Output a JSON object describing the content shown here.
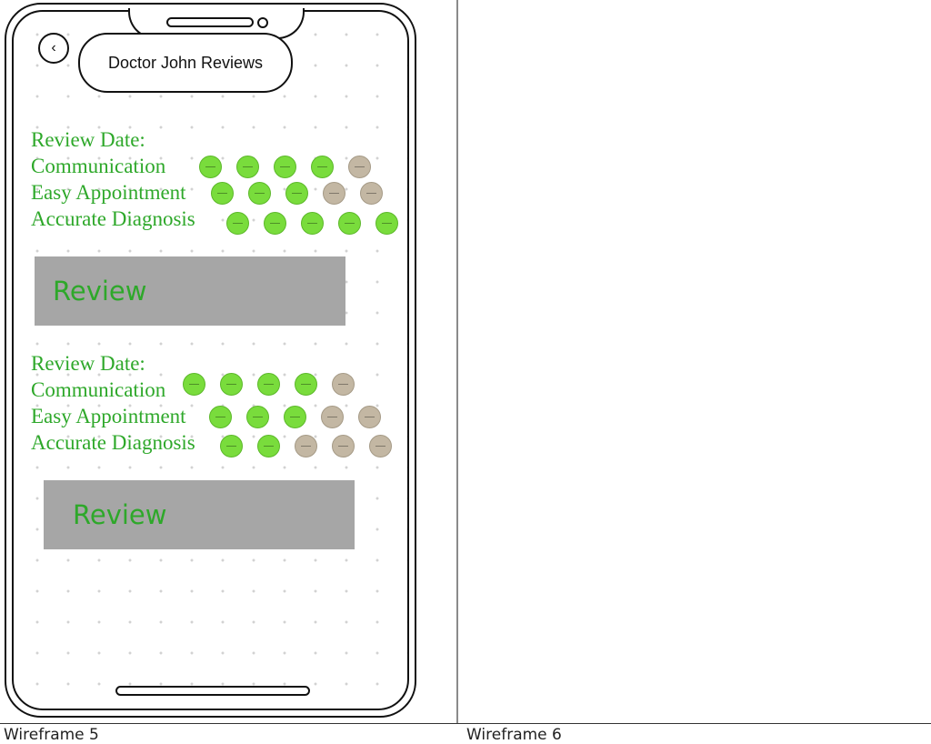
{
  "header": {
    "title": "Doctor John Reviews",
    "back_icon": "chevron-left-icon"
  },
  "reviews": [
    {
      "date_label": "Review Date:",
      "ratings": [
        {
          "label": "Communication",
          "score": 4,
          "max": 5
        },
        {
          "label": "Easy Appointment",
          "score": 3,
          "max": 5
        },
        {
          "label": "Accurate Diagnosis",
          "score": 5,
          "max": 5
        }
      ],
      "review_label": "Review"
    },
    {
      "date_label": "Review Date:",
      "ratings": [
        {
          "label": "Communication",
          "score": 4,
          "max": 5
        },
        {
          "label": "Easy Appointment",
          "score": 3,
          "max": 5
        },
        {
          "label": "Accurate Diagnosis",
          "score": 2,
          "max": 5
        }
      ],
      "review_label": "Review"
    }
  ],
  "captions": {
    "left": "Wireframe 5",
    "right": "Wireframe 6"
  },
  "colors": {
    "rating_on": "#79dc3c",
    "rating_off": "#c3b7a3",
    "label_text": "#2ea82a",
    "review_box": "#a6a6a6"
  }
}
